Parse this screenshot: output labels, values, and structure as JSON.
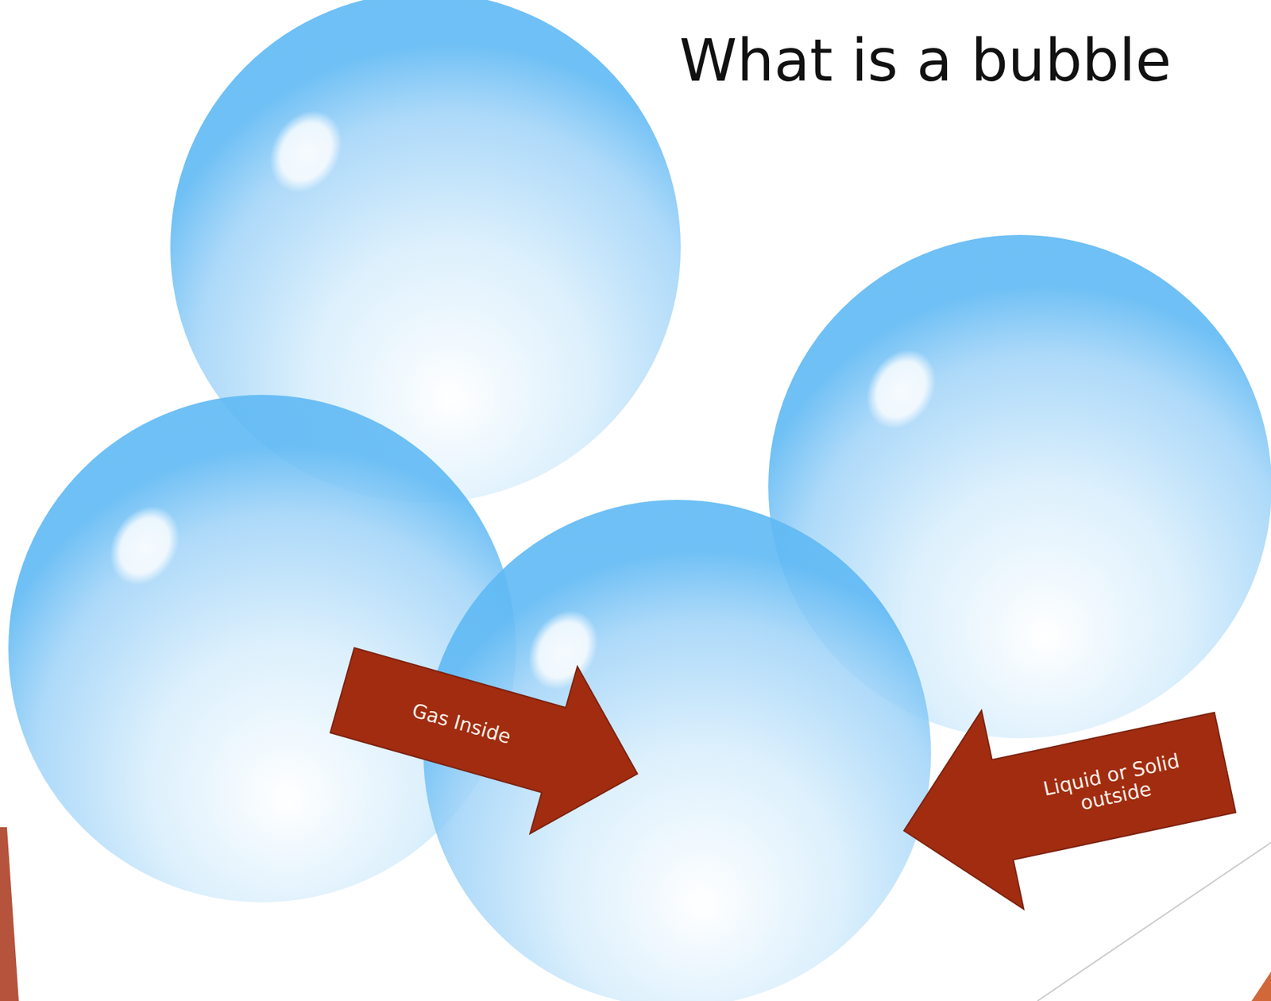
{
  "diagram": {
    "title": "What is a bubble",
    "nodes": [
      {
        "text": [
          "Gas Inside"
        ]
      },
      {
        "text": [
          "Liquid or Solid outside"
        ]
      }
    ]
  }
}
